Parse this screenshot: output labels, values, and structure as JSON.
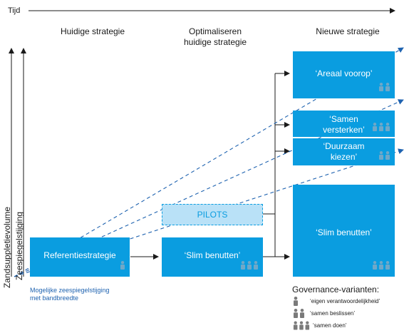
{
  "axis": {
    "time_label": "Tijd",
    "left_label_1": "Zandsuppletievolume",
    "left_label_2": "Zeespiegelstijging"
  },
  "columns": {
    "current": "Huidige strategie",
    "optimise_1": "Optimaliseren",
    "optimise_2": "huidige strategie",
    "new": "Nieuwe strategie"
  },
  "boxes": {
    "reference": {
      "label": "Referentiestrategie",
      "people": 1
    },
    "slim_mid": {
      "label": "‘Slim benutten’",
      "people": 3
    },
    "pilots": {
      "label": "PILOTS"
    },
    "areaal": {
      "label": "‘Areaal voorop’",
      "people": 2
    },
    "samen_1": "‘Samen",
    "samen_2": "versterken’",
    "samen_people": 3,
    "duurzaam_1": "‘Duurzaam",
    "duurzaam_2": "kiezen’",
    "duurzaam_people": 2,
    "slim_new": {
      "label": "‘Slim benutten’",
      "people": 3
    }
  },
  "note": {
    "line1": "Mogelijke zeespiegelstijging",
    "line2": "met bandbreedte"
  },
  "legend": {
    "title": "Governance-varianten:",
    "items": [
      {
        "people": 1,
        "label": "‘eigen verantwoordelijkheid’"
      },
      {
        "people": 2,
        "label": "‘samen beslissen’"
      },
      {
        "people": 3,
        "label": "‘samen doen’"
      }
    ]
  },
  "colors": {
    "box": "#0a9de0",
    "pilots_fill": "#b9e1f7",
    "dashed_line": "#1f63b0",
    "people_in_box": "#6fa8c8",
    "people_legend": "#7a7a7a"
  }
}
